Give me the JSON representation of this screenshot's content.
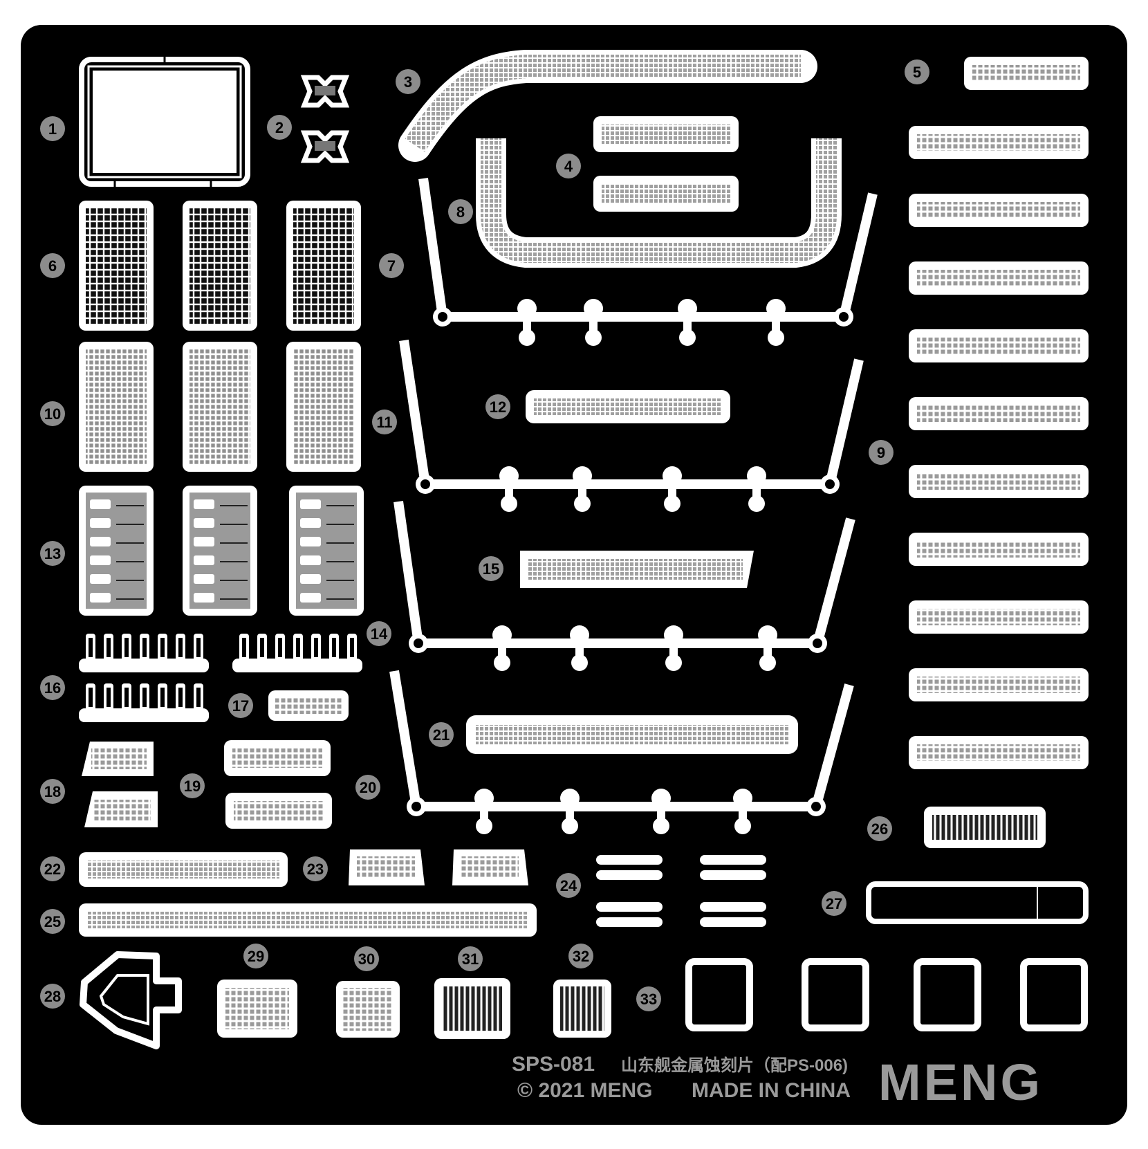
{
  "sheet": {
    "product_code": "SPS-081",
    "product_name": "山东舰金属蚀刻片（配PS-006)",
    "copyright": "© 2021 MENG",
    "made_in": "MADE IN CHINA",
    "brand_logo_text": "MENG",
    "colors": {
      "background": "#000000",
      "frame": "#ffffff",
      "mesh_fill": "#a8a8a8",
      "label_circle": "#8c8c8c",
      "footer_text": "#9a9a9a"
    }
  },
  "part_numbers": [
    "1",
    "2",
    "3",
    "4",
    "5",
    "6",
    "7",
    "8",
    "9",
    "10",
    "11",
    "12",
    "13",
    "14",
    "15",
    "16",
    "17",
    "18",
    "19",
    "20",
    "21",
    "22",
    "23",
    "24",
    "25",
    "26",
    "27",
    "28",
    "29",
    "30",
    "31",
    "32",
    "33"
  ]
}
